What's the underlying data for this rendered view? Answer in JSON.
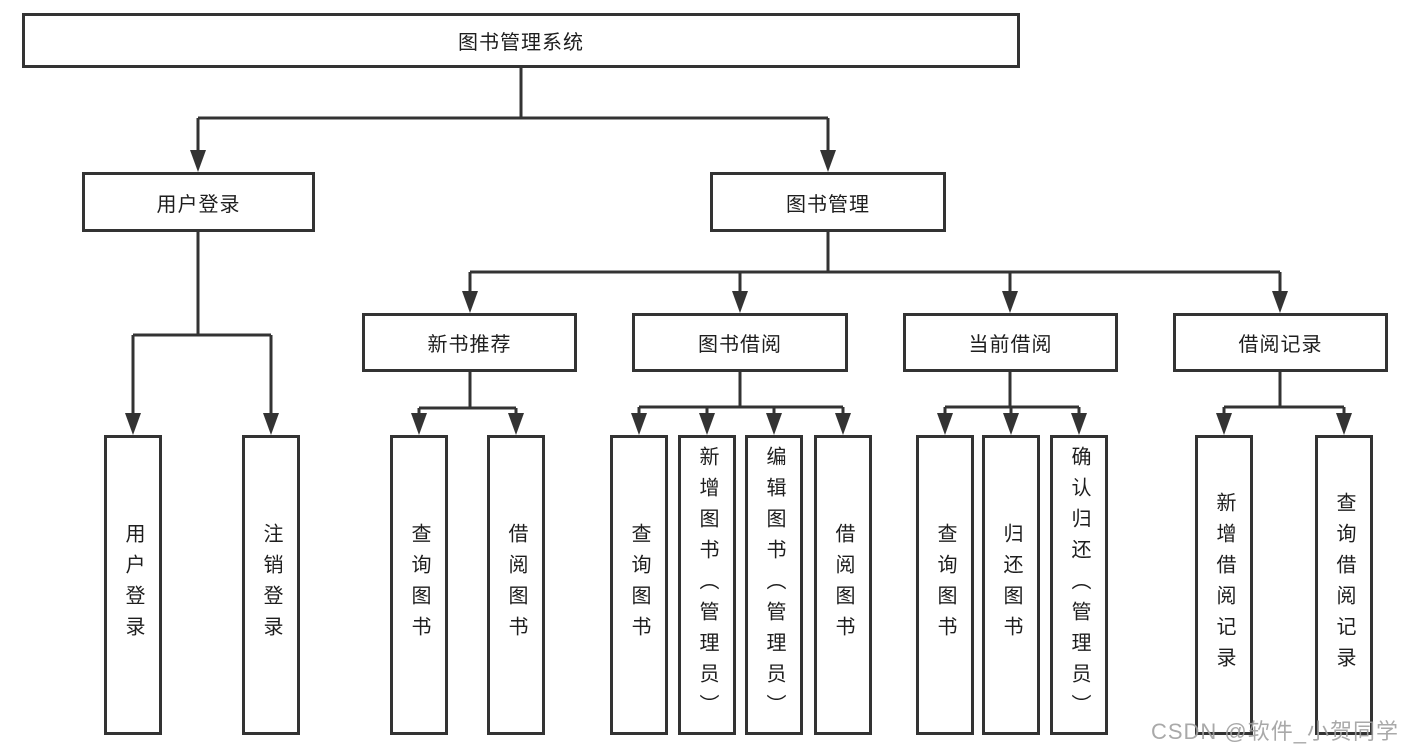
{
  "diagram": {
    "title": "图书管理系统",
    "branches": {
      "user_login": {
        "label": "用户登录",
        "children": {
          "login": "用户登录",
          "logout": "注销登录"
        }
      },
      "book_mgmt": {
        "label": "图书管理",
        "children": {
          "new_book_rec": {
            "label": "新书推荐",
            "children": {
              "query": "查询图书",
              "borrow": "借阅图书"
            }
          },
          "book_borrow": {
            "label": "图书借阅",
            "children": {
              "query": "查询图书",
              "add": "新增图书（管理员）",
              "edit": "编辑图书（管理员）",
              "borrow": "借阅图书"
            }
          },
          "current_borrow": {
            "label": "当前借阅",
            "children": {
              "query": "查询图书",
              "return": "归还图书",
              "confirm_return": "确认归还（管理员）"
            }
          },
          "borrow_records": {
            "label": "借阅记录",
            "children": {
              "add_record": "新增借阅记录",
              "query_record": "查询借阅记录"
            }
          }
        }
      }
    }
  },
  "watermark": "CSDN @软件_小贺同学",
  "colors": {
    "line": "#333333",
    "node_background": "#ffffff",
    "text": "#1e1e1e",
    "watermark": "#a0a0a0"
  }
}
